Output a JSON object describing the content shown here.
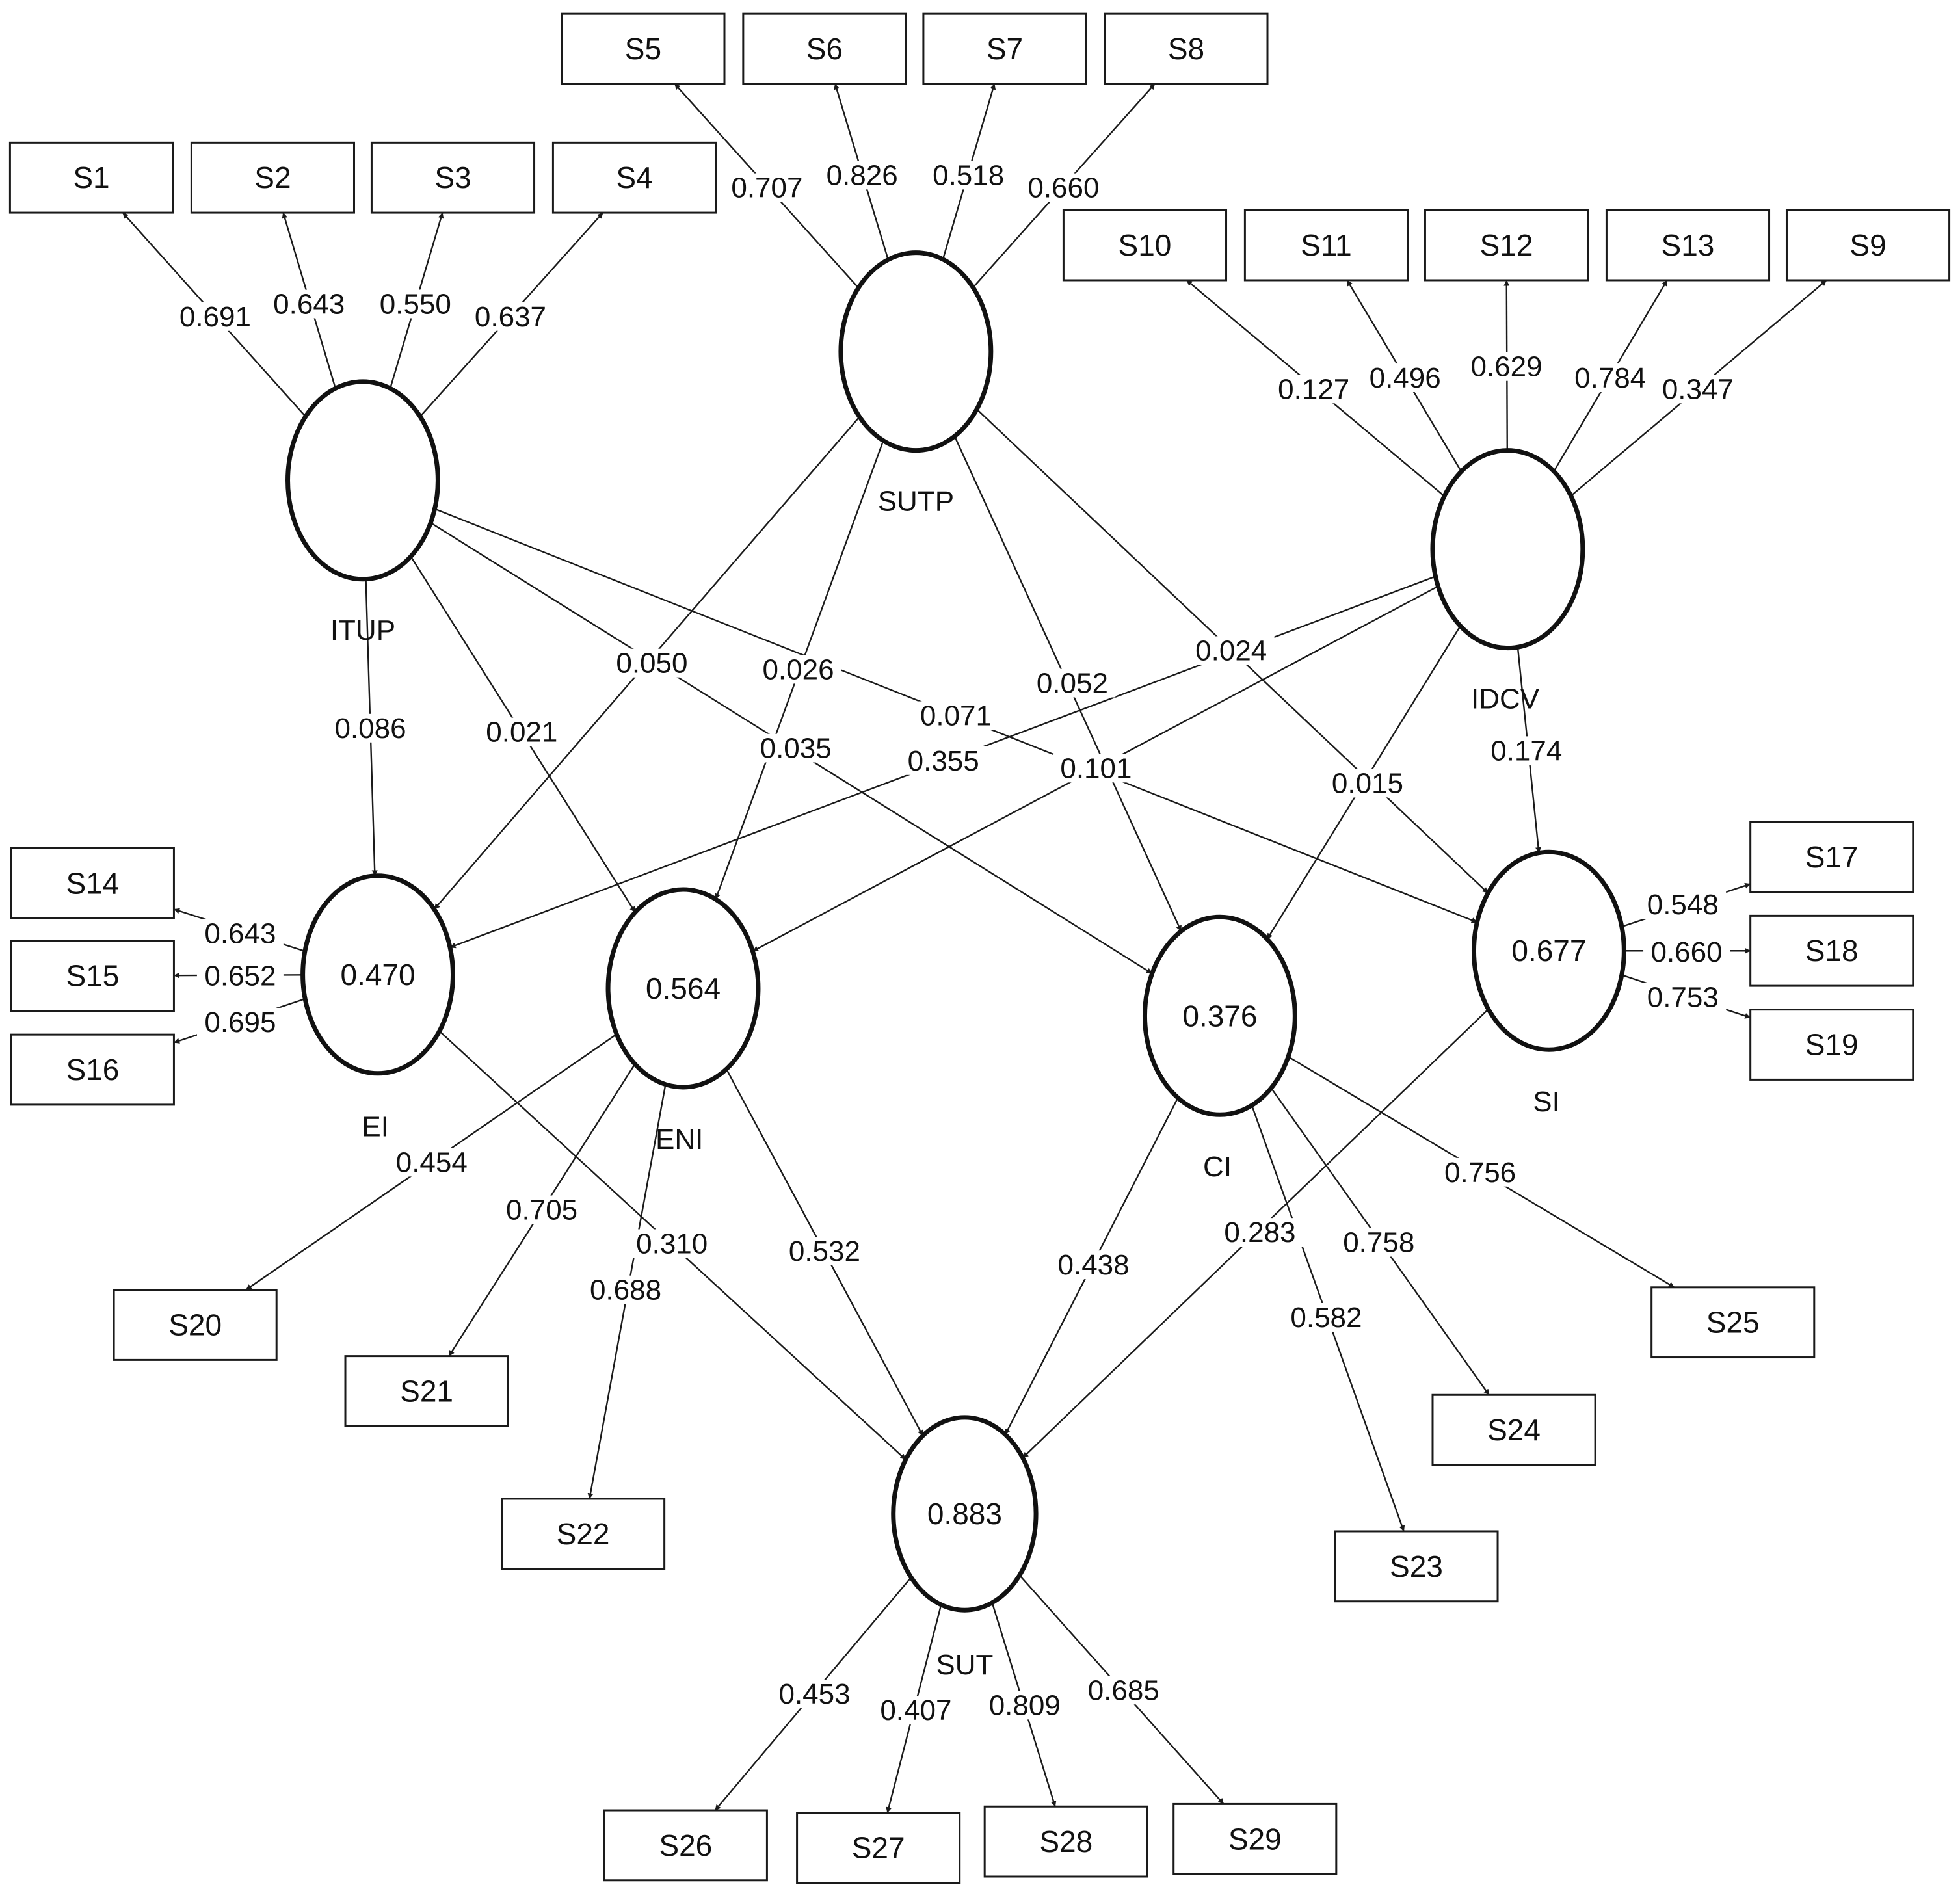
{
  "latent_variables": [
    {
      "id": "ITUP",
      "label": "ITUP",
      "r2": ""
    },
    {
      "id": "SUTP",
      "label": "SUTP",
      "r2": ""
    },
    {
      "id": "IDCV",
      "label": "IDCV",
      "r2": ""
    },
    {
      "id": "EI",
      "label": "EI",
      "r2": "0.470"
    },
    {
      "id": "ENI",
      "label": "ENI",
      "r2": "0.564"
    },
    {
      "id": "CI",
      "label": "CI",
      "r2": "0.376"
    },
    {
      "id": "SI",
      "label": "SI",
      "r2": "0.677"
    },
    {
      "id": "SUT",
      "label": "SUT",
      "r2": "0.883"
    }
  ],
  "indicators": [
    "S1",
    "S2",
    "S3",
    "S4",
    "S5",
    "S6",
    "S7",
    "S8",
    "S9",
    "S10",
    "S11",
    "S12",
    "S13",
    "S14",
    "S15",
    "S16",
    "S17",
    "S18",
    "S19",
    "S20",
    "S21",
    "S22",
    "S23",
    "S24",
    "S25",
    "S26",
    "S27",
    "S28",
    "S29"
  ],
  "outer_loadings": [
    {
      "lv": "ITUP",
      "ind": "S1",
      "value": "0.691"
    },
    {
      "lv": "ITUP",
      "ind": "S2",
      "value": "0.643"
    },
    {
      "lv": "ITUP",
      "ind": "S3",
      "value": "0.550"
    },
    {
      "lv": "ITUP",
      "ind": "S4",
      "value": "0.637"
    },
    {
      "lv": "SUTP",
      "ind": "S5",
      "value": "0.707"
    },
    {
      "lv": "SUTP",
      "ind": "S6",
      "value": "0.826"
    },
    {
      "lv": "SUTP",
      "ind": "S7",
      "value": "0.518"
    },
    {
      "lv": "SUTP",
      "ind": "S8",
      "value": "0.660"
    },
    {
      "lv": "IDCV",
      "ind": "S10",
      "value": "0.127"
    },
    {
      "lv": "IDCV",
      "ind": "S11",
      "value": "0.496"
    },
    {
      "lv": "IDCV",
      "ind": "S12",
      "value": "0.629"
    },
    {
      "lv": "IDCV",
      "ind": "S13",
      "value": "0.784"
    },
    {
      "lv": "IDCV",
      "ind": "S9",
      "value": "0.347"
    },
    {
      "lv": "EI",
      "ind": "S14",
      "value": "0.643"
    },
    {
      "lv": "EI",
      "ind": "S15",
      "value": "0.652"
    },
    {
      "lv": "EI",
      "ind": "S16",
      "value": "0.695"
    },
    {
      "lv": "SI",
      "ind": "S17",
      "value": "0.548"
    },
    {
      "lv": "SI",
      "ind": "S18",
      "value": "0.660"
    },
    {
      "lv": "SI",
      "ind": "S19",
      "value": "0.753"
    },
    {
      "lv": "ENI",
      "ind": "S20",
      "value": "0.454"
    },
    {
      "lv": "ENI",
      "ind": "S21",
      "value": "0.705"
    },
    {
      "lv": "ENI",
      "ind": "S22",
      "value": "0.688"
    },
    {
      "lv": "CI",
      "ind": "S23",
      "value": "0.582"
    },
    {
      "lv": "CI",
      "ind": "S24",
      "value": "0.758"
    },
    {
      "lv": "CI",
      "ind": "S25",
      "value": "0.756"
    },
    {
      "lv": "SUT",
      "ind": "S26",
      "value": "0.453"
    },
    {
      "lv": "SUT",
      "ind": "S27",
      "value": "0.407"
    },
    {
      "lv": "SUT",
      "ind": "S28",
      "value": "0.809"
    },
    {
      "lv": "SUT",
      "ind": "S29",
      "value": "0.685"
    }
  ],
  "path_coefficients": [
    {
      "from": "ITUP",
      "to": "EI",
      "value": "0.086"
    },
    {
      "from": "ITUP",
      "to": "ENI",
      "value": "0.021"
    },
    {
      "from": "ITUP",
      "to": "CI",
      "value": "0.035"
    },
    {
      "from": "ITUP",
      "to": "SI",
      "value": "0.071"
    },
    {
      "from": "SUTP",
      "to": "EI",
      "value": "0.050"
    },
    {
      "from": "SUTP",
      "to": "ENI",
      "value": "0.026"
    },
    {
      "from": "SUTP",
      "to": "CI",
      "value": "0.052"
    },
    {
      "from": "SUTP",
      "to": "SI",
      "value": "0.024"
    },
    {
      "from": "IDCV",
      "to": "EI",
      "value": "0.355"
    },
    {
      "from": "IDCV",
      "to": "ENI",
      "value": "0.101"
    },
    {
      "from": "IDCV",
      "to": "CI",
      "value": "0.015"
    },
    {
      "from": "IDCV",
      "to": "SI",
      "value": "0.174"
    },
    {
      "from": "EI",
      "to": "SUT",
      "value": "0.310"
    },
    {
      "from": "ENI",
      "to": "SUT",
      "value": "0.532"
    },
    {
      "from": "CI",
      "to": "SUT",
      "value": "0.438"
    },
    {
      "from": "SI",
      "to": "SUT",
      "value": "0.283"
    }
  ]
}
